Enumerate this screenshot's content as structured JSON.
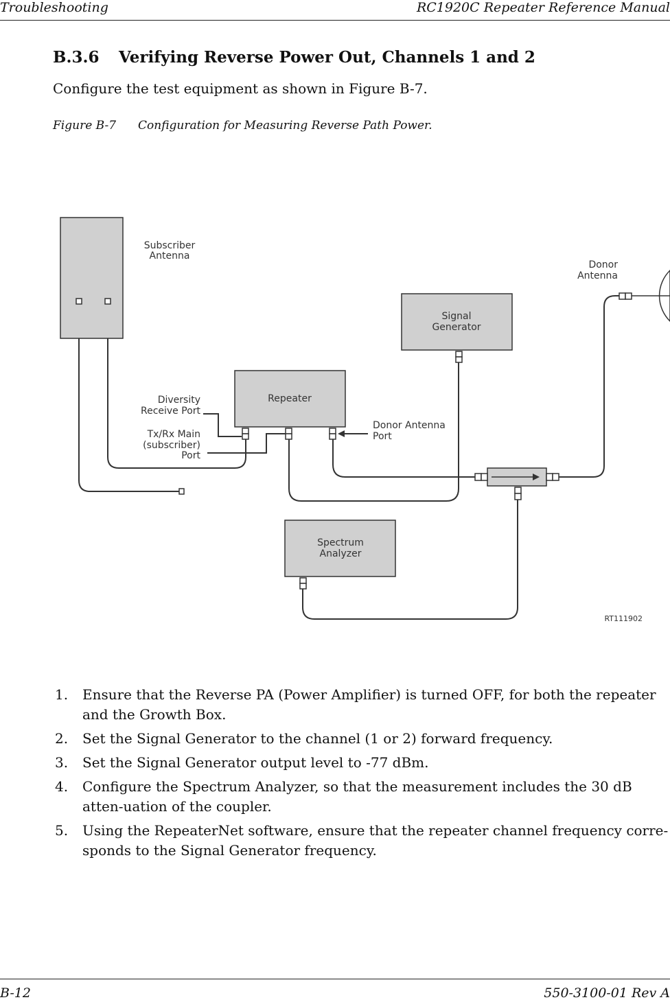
{
  "header": {
    "left": "Troubleshooting",
    "right": "RC1920C Repeater Reference Manual"
  },
  "section": {
    "number": "B.3.6",
    "title": "Verifying Reverse Power Out, Channels 1 and 2"
  },
  "intro": "Configure the test equipment as shown in Figure B-7.",
  "figure": {
    "label": "Figure B-7",
    "caption": "Configuration for Measuring Reverse Path Power."
  },
  "diagram": {
    "subscriber_antenna": [
      "Subscriber",
      "Antenna"
    ],
    "donor_antenna": [
      "Donor",
      "Antenna"
    ],
    "signal_generator": [
      "Signal",
      "Generator"
    ],
    "repeater": "Repeater",
    "spectrum_analyzer": [
      "Spectrum",
      "Analyzer"
    ],
    "diversity_port": [
      "Diversity",
      "Receive Port"
    ],
    "txrx_port": [
      "Tx/Rx Main",
      "(subscriber)",
      "Port"
    ],
    "donor_port": [
      "Donor Antenna",
      "Port"
    ],
    "ref_code": "RT111902"
  },
  "steps": [
    {
      "num": "1.",
      "text": "Ensure that the Reverse PA (Power Amplifier) is turned OFF, for both the repeater and the Growth Box."
    },
    {
      "num": "2.",
      "text": "Set the Signal Generator to the channel (1 or 2) forward frequency."
    },
    {
      "num": "3.",
      "text": "Set the Signal Generator output level to -77 dBm."
    },
    {
      "num": "4.",
      "text": "Configure the Spectrum Analyzer, so that the measurement includes the 30 dB atten-uation of the coupler."
    },
    {
      "num": "5.",
      "text": "Using the RepeaterNet software, ensure that the repeater channel frequency corre-sponds to the Signal Generator frequency."
    }
  ],
  "footer": {
    "left": "B-12",
    "right": "550-3100-01 Rev A"
  }
}
